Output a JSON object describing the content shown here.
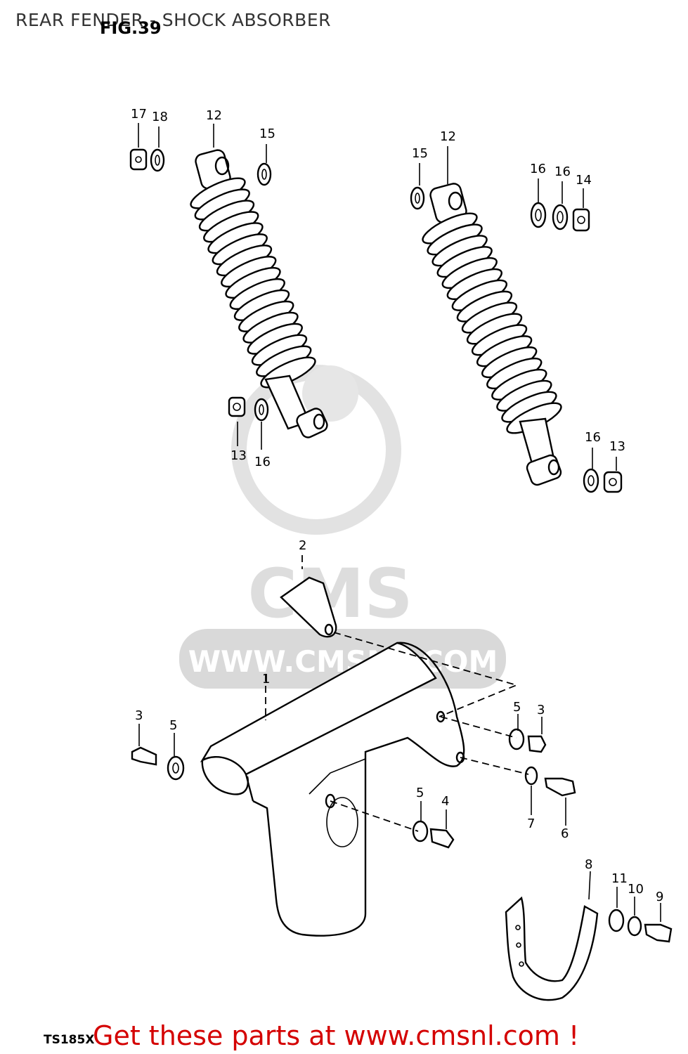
{
  "header": {
    "title": "REAR FENDER - SHOCK ABSORBER",
    "figure_label": "FIG.39"
  },
  "footer": {
    "model_code": "TS185X",
    "promo_text": "Get these parts at www.cmsnl.com !"
  },
  "watermark": {
    "brand": "CMS",
    "url": "WWW.CMSNL.COM",
    "color": "#d9d9d9"
  },
  "callouts": {
    "c1": "1",
    "c2": "2",
    "c3a": "3",
    "c3b": "3",
    "c4": "4",
    "c5a": "5",
    "c5b": "5",
    "c5c": "5",
    "c6": "6",
    "c7": "7",
    "c8": "8",
    "c9": "9",
    "c10": "10",
    "c11": "11",
    "c12a": "12",
    "c12b": "12",
    "c13a": "13",
    "c13b": "13",
    "c14": "14",
    "c15a": "15",
    "c15b": "15",
    "c16a": "16",
    "c16b": "16",
    "c16c": "16",
    "c16d": "16",
    "c17": "17",
    "c18": "18"
  },
  "colors": {
    "promo": "#d40000",
    "line": "#000000"
  }
}
